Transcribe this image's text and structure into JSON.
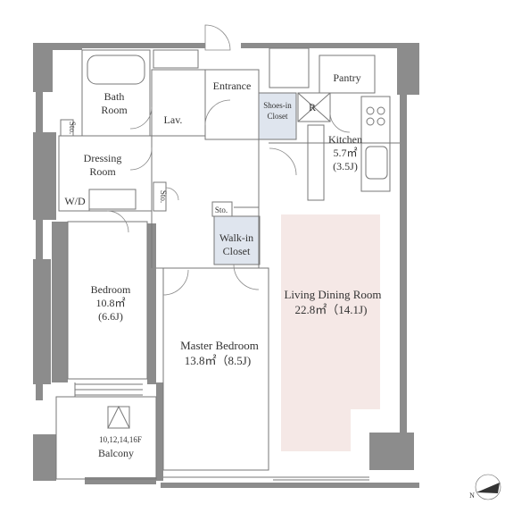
{
  "rooms": {
    "bath": "Bath",
    "bath2": "Room",
    "lav": "Lav.",
    "entrance": "Entrance",
    "shoes1": "Shoes-in",
    "shoes2": "Closet",
    "r": "R",
    "pantry": "Pantry",
    "kitchen": "Kitchen",
    "kitchen_area": "5.7㎡",
    "kitchen_j": "(3.5J)",
    "sto1": "Sto.",
    "sto2": "Sto.",
    "sto3": "Sto.",
    "dressing1": "Dressing",
    "dressing2": "Room",
    "wd": "W/D",
    "walkin1": "Walk-in",
    "walkin2": "Closet",
    "bedroom": "Bedroom",
    "bedroom_area": "10.8㎡",
    "bedroom_j": "(6.6J)",
    "ldr": "Living Dining Room",
    "ldr_area": "22.8㎡（14.1J)",
    "master": "Master Bedroom",
    "master_area": "13.8㎡（8.5J)",
    "floors": "10,12,14,16F",
    "balcony": "Balcony",
    "north": "N"
  },
  "colors": {
    "wall": "#8c8c8c",
    "living_fill": "#f5e8e6",
    "closet_fill": "#dfe5ee"
  }
}
